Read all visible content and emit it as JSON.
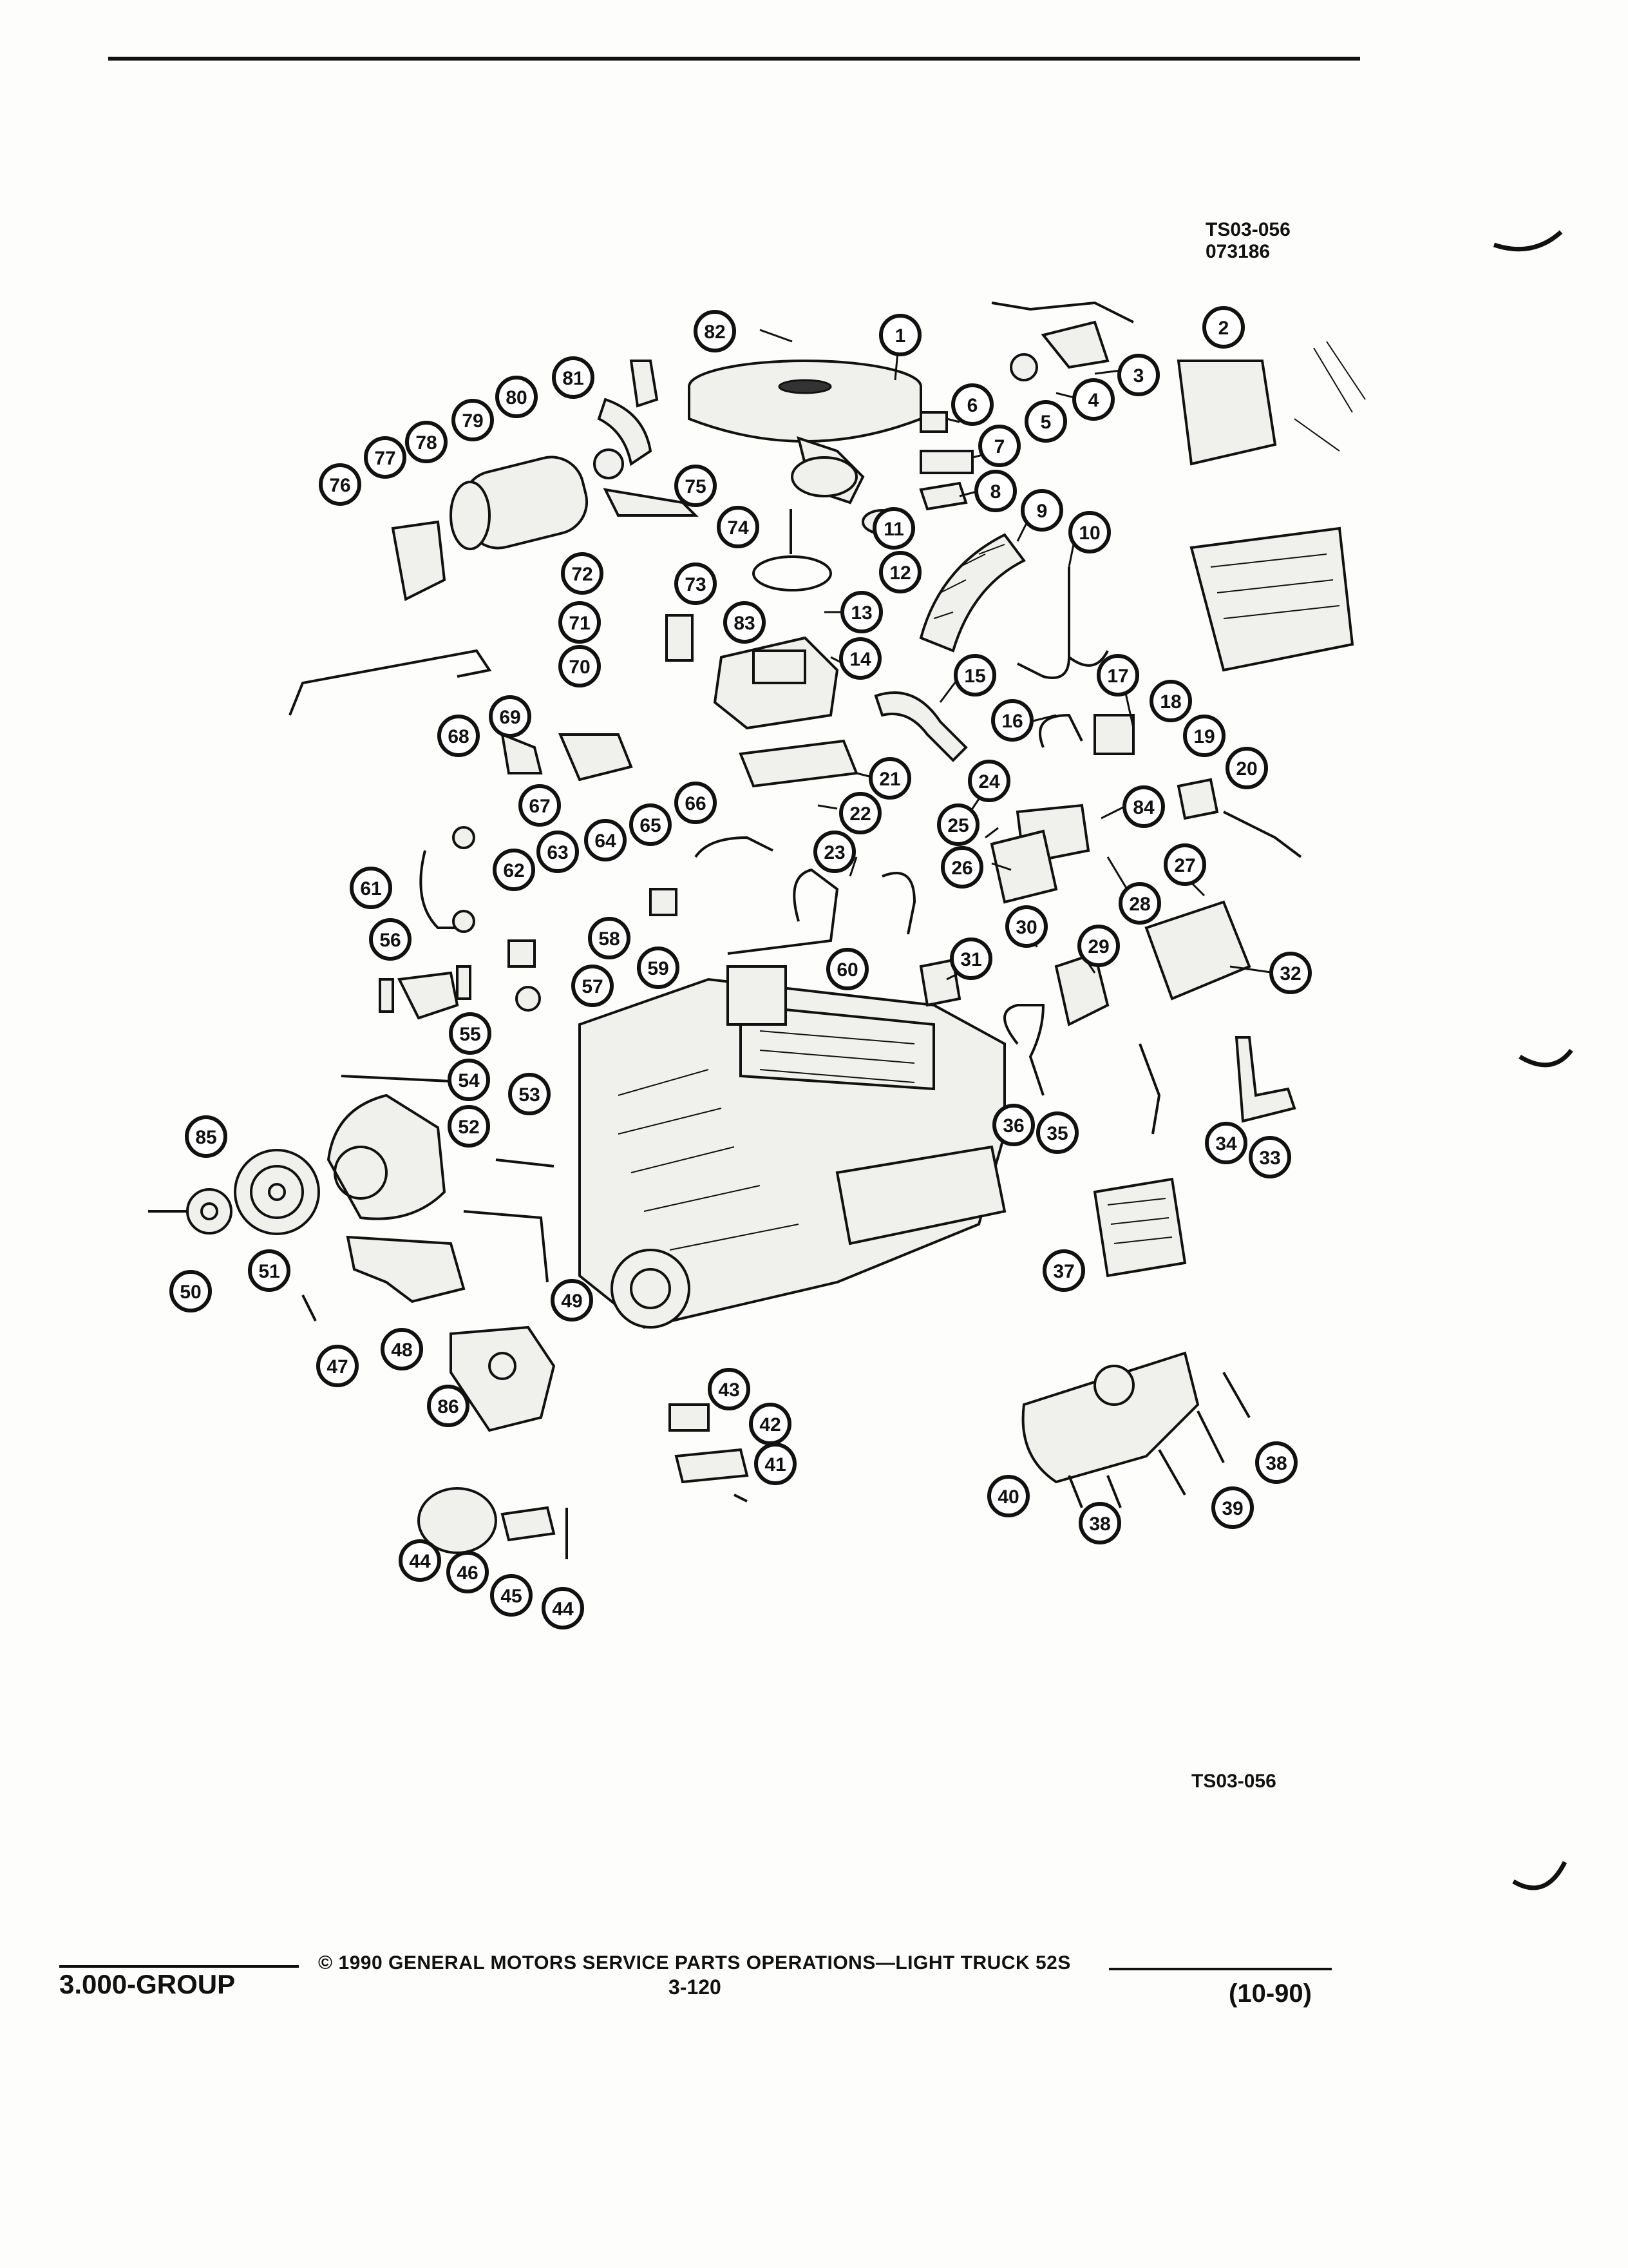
{
  "header": {
    "illustration_code": "TS03-056",
    "date_code": "073186"
  },
  "footer": {
    "illustration_code": "TS03-056",
    "group": "3.000-GROUP",
    "copyright": "© 1990  GENERAL MOTORS SERVICE PARTS OPERATIONS—LIGHT TRUCK 52S",
    "page": "3-120",
    "revision": "(10-90)"
  },
  "callouts": [
    {
      "n": "1"
    },
    {
      "n": "2"
    },
    {
      "n": "3"
    },
    {
      "n": "4"
    },
    {
      "n": "5"
    },
    {
      "n": "6"
    },
    {
      "n": "7"
    },
    {
      "n": "8"
    },
    {
      "n": "9"
    },
    {
      "n": "10"
    },
    {
      "n": "11"
    },
    {
      "n": "12"
    },
    {
      "n": "13"
    },
    {
      "n": "14"
    },
    {
      "n": "15"
    },
    {
      "n": "16"
    },
    {
      "n": "17"
    },
    {
      "n": "18"
    },
    {
      "n": "19"
    },
    {
      "n": "20"
    },
    {
      "n": "21"
    },
    {
      "n": "22"
    },
    {
      "n": "23"
    },
    {
      "n": "24"
    },
    {
      "n": "25"
    },
    {
      "n": "26"
    },
    {
      "n": "27"
    },
    {
      "n": "28"
    },
    {
      "n": "29"
    },
    {
      "n": "30"
    },
    {
      "n": "31"
    },
    {
      "n": "32"
    },
    {
      "n": "33"
    },
    {
      "n": "34"
    },
    {
      "n": "35"
    },
    {
      "n": "36"
    },
    {
      "n": "37"
    },
    {
      "n": "38"
    },
    {
      "n": "38"
    },
    {
      "n": "39"
    },
    {
      "n": "40"
    },
    {
      "n": "41"
    },
    {
      "n": "42"
    },
    {
      "n": "43"
    },
    {
      "n": "44"
    },
    {
      "n": "44"
    },
    {
      "n": "45"
    },
    {
      "n": "46"
    },
    {
      "n": "47"
    },
    {
      "n": "48"
    },
    {
      "n": "49"
    },
    {
      "n": "50"
    },
    {
      "n": "51"
    },
    {
      "n": "52"
    },
    {
      "n": "53"
    },
    {
      "n": "54"
    },
    {
      "n": "55"
    },
    {
      "n": "56"
    },
    {
      "n": "57"
    },
    {
      "n": "58"
    },
    {
      "n": "59"
    },
    {
      "n": "60"
    },
    {
      "n": "61"
    },
    {
      "n": "62"
    },
    {
      "n": "63"
    },
    {
      "n": "64"
    },
    {
      "n": "65"
    },
    {
      "n": "66"
    },
    {
      "n": "67"
    },
    {
      "n": "68"
    },
    {
      "n": "69"
    },
    {
      "n": "70"
    },
    {
      "n": "71"
    },
    {
      "n": "72"
    },
    {
      "n": "73"
    },
    {
      "n": "74"
    },
    {
      "n": "75"
    },
    {
      "n": "76"
    },
    {
      "n": "77"
    },
    {
      "n": "78"
    },
    {
      "n": "79"
    },
    {
      "n": "80"
    },
    {
      "n": "81"
    },
    {
      "n": "82"
    },
    {
      "n": "83"
    },
    {
      "n": "84"
    },
    {
      "n": "85"
    },
    {
      "n": "86"
    }
  ]
}
